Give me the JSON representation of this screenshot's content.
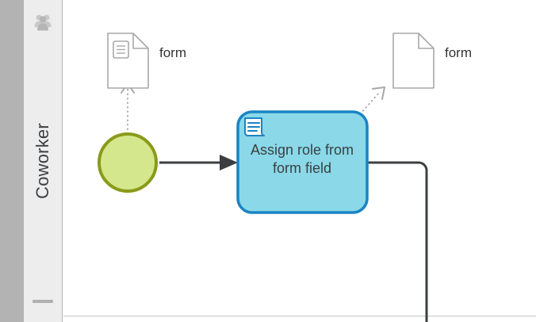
{
  "diagram": {
    "type": "bpmn-process-fragment",
    "lane": {
      "name": "Coworker",
      "participant_icon": "group-people-icon",
      "collapse_handle_icon": "minus-handle-icon"
    },
    "start_event": {
      "name": "start-event",
      "shape": "circle",
      "fill": "#d4e78c",
      "stroke": "#8a9a1a",
      "label": ""
    },
    "task": {
      "name": "user-task",
      "label_line1": "Assign role from",
      "label_line2": "form field",
      "icon": "form-document-icon",
      "fill": "#8ad8e8",
      "stroke": "#1a84c4"
    },
    "data_objects": [
      {
        "name": "data-object-form-input",
        "label": "form",
        "icon": "form-lines-icon",
        "has_inner_glyph": true,
        "stroke": "#a8a8a8"
      },
      {
        "name": "data-object-form-output",
        "label": "form",
        "icon": "",
        "has_inner_glyph": false,
        "stroke": "#a8a8a8"
      }
    ],
    "connections": [
      {
        "name": "sequence-flow-start-to-task",
        "style": "solid",
        "arrowhead": "filled",
        "color": "#3c3f41"
      },
      {
        "name": "sequence-flow-task-outgoing",
        "style": "solid",
        "arrowhead": "none",
        "color": "#3c3f41"
      },
      {
        "name": "data-association-input",
        "style": "dotted",
        "arrowhead": "open",
        "color": "#a8a8a8"
      },
      {
        "name": "data-association-output",
        "style": "dotted",
        "arrowhead": "open",
        "color": "#a8a8a8"
      }
    ]
  }
}
